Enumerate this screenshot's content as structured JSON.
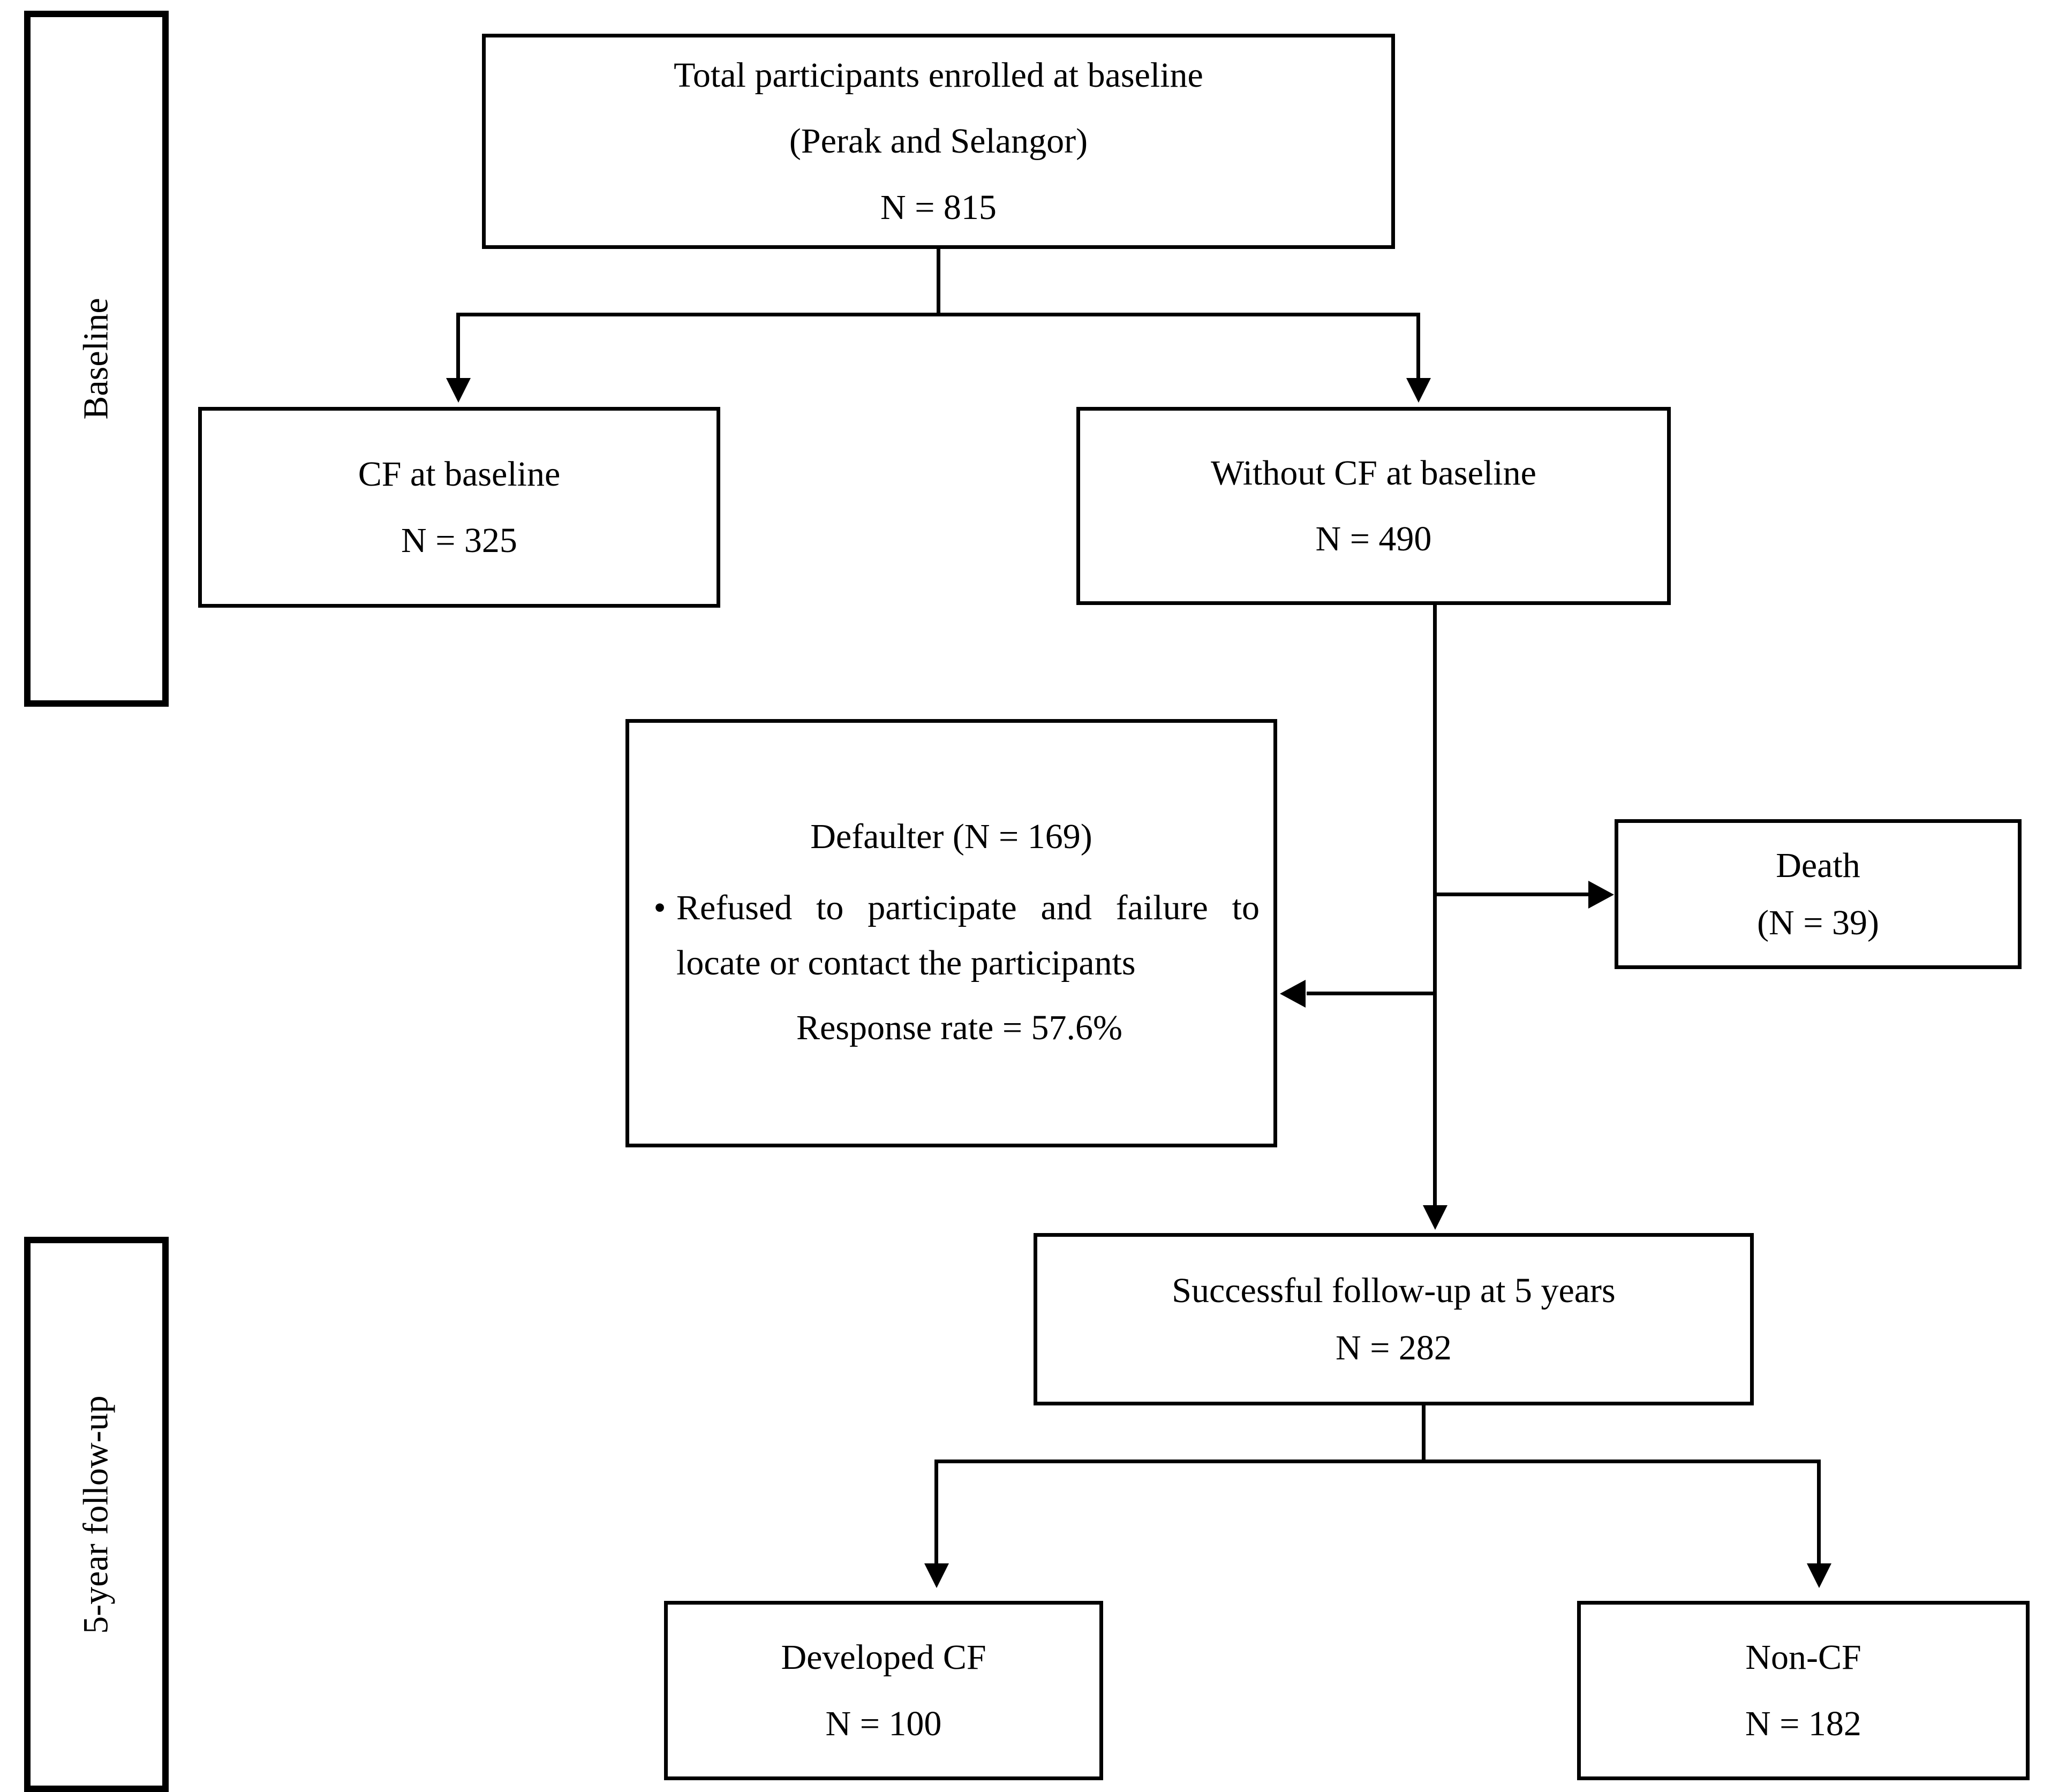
{
  "diagram": {
    "title": "Study participant flow diagram",
    "type": "flowchart",
    "colors": {
      "stroke": "#000000",
      "fill": "#ffffff",
      "text": "#000000"
    }
  },
  "stages": {
    "baseline_label": "Baseline",
    "followup_label": "5-year follow-up"
  },
  "nodes": {
    "enrolled": {
      "line1": "Total participants enrolled at baseline",
      "line2": "(Perak and Selangor)",
      "line3": "N = 815"
    },
    "cf_baseline": {
      "line1": "CF at baseline",
      "line2": "N = 325"
    },
    "without_cf_baseline": {
      "line1": "Without CF at baseline",
      "line2": "N = 490"
    },
    "defaulter": {
      "title": "Defaulter (N = 169)",
      "bullet_marker": "•",
      "bullet_text": "Refused to participate and failure to locate or contact the participants",
      "response_rate": "Response rate = 57.6%"
    },
    "death": {
      "line1": "Death",
      "line2": "(N = 39)"
    },
    "successful_followup": {
      "line1": "Successful follow-up at 5 years",
      "line2": "N = 282"
    },
    "developed_cf": {
      "line1": "Developed CF",
      "line2": "N = 100"
    },
    "non_cf": {
      "line1": "Non-CF",
      "line2": "N = 182"
    }
  },
  "chart_data": {
    "type": "diagram",
    "title": "Participant flow",
    "nodes": [
      {
        "id": "enrolled",
        "label": "Total participants enrolled at baseline (Perak and Selangor)",
        "n": 815
      },
      {
        "id": "cf_baseline",
        "label": "CF at baseline",
        "n": 325
      },
      {
        "id": "without_cf_baseline",
        "label": "Without CF at baseline",
        "n": 490
      },
      {
        "id": "defaulter",
        "label": "Defaulter",
        "n": 169,
        "note": "Refused to participate and failure to locate or contact the participants",
        "response_rate_percent": 57.6
      },
      {
        "id": "death",
        "label": "Death",
        "n": 39
      },
      {
        "id": "successful_followup",
        "label": "Successful follow-up at 5 years",
        "n": 282
      },
      {
        "id": "developed_cf",
        "label": "Developed CF",
        "n": 100
      },
      {
        "id": "non_cf",
        "label": "Non-CF",
        "n": 182
      }
    ],
    "edges": [
      {
        "from": "enrolled",
        "to": "cf_baseline"
      },
      {
        "from": "enrolled",
        "to": "without_cf_baseline"
      },
      {
        "from": "without_cf_baseline",
        "to": "death"
      },
      {
        "from": "without_cf_baseline",
        "to": "defaulter"
      },
      {
        "from": "without_cf_baseline",
        "to": "successful_followup"
      },
      {
        "from": "successful_followup",
        "to": "developed_cf"
      },
      {
        "from": "successful_followup",
        "to": "non_cf"
      }
    ]
  }
}
